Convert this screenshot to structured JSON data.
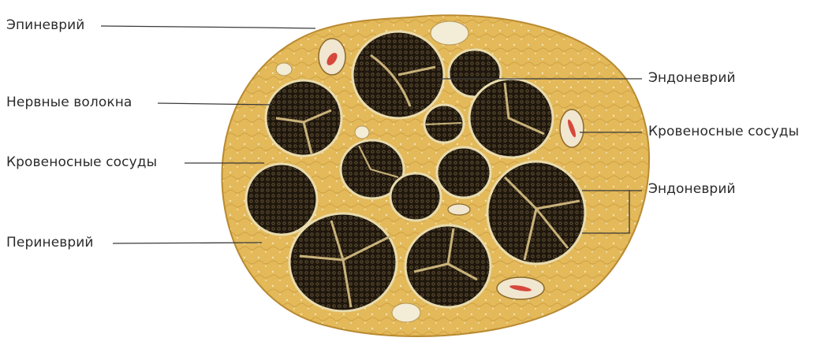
{
  "labels": {
    "epineurium": "Эпиневрий",
    "nerve_fibers": "Нервные волокна",
    "blood_vessels_left": "Кровеносные сосуды",
    "perineurium": "Периневрий",
    "endoneurium_top": "Эндоневрий",
    "blood_vessels_right": "Кровеносные сосуды",
    "endoneurium_bottom": "Эндоневрий"
  },
  "colors": {
    "epineurium_fill": "#e3b95a",
    "epineurium_edge": "#c99a3c",
    "fascicle_fill": "#231b10",
    "fascicle_rim": "#e9dcae",
    "septum": "#c9b27a",
    "vessel_wall": "#f1e6cf",
    "vessel_lumen": "#d6473c",
    "leader_line": "#3a3a3a"
  }
}
